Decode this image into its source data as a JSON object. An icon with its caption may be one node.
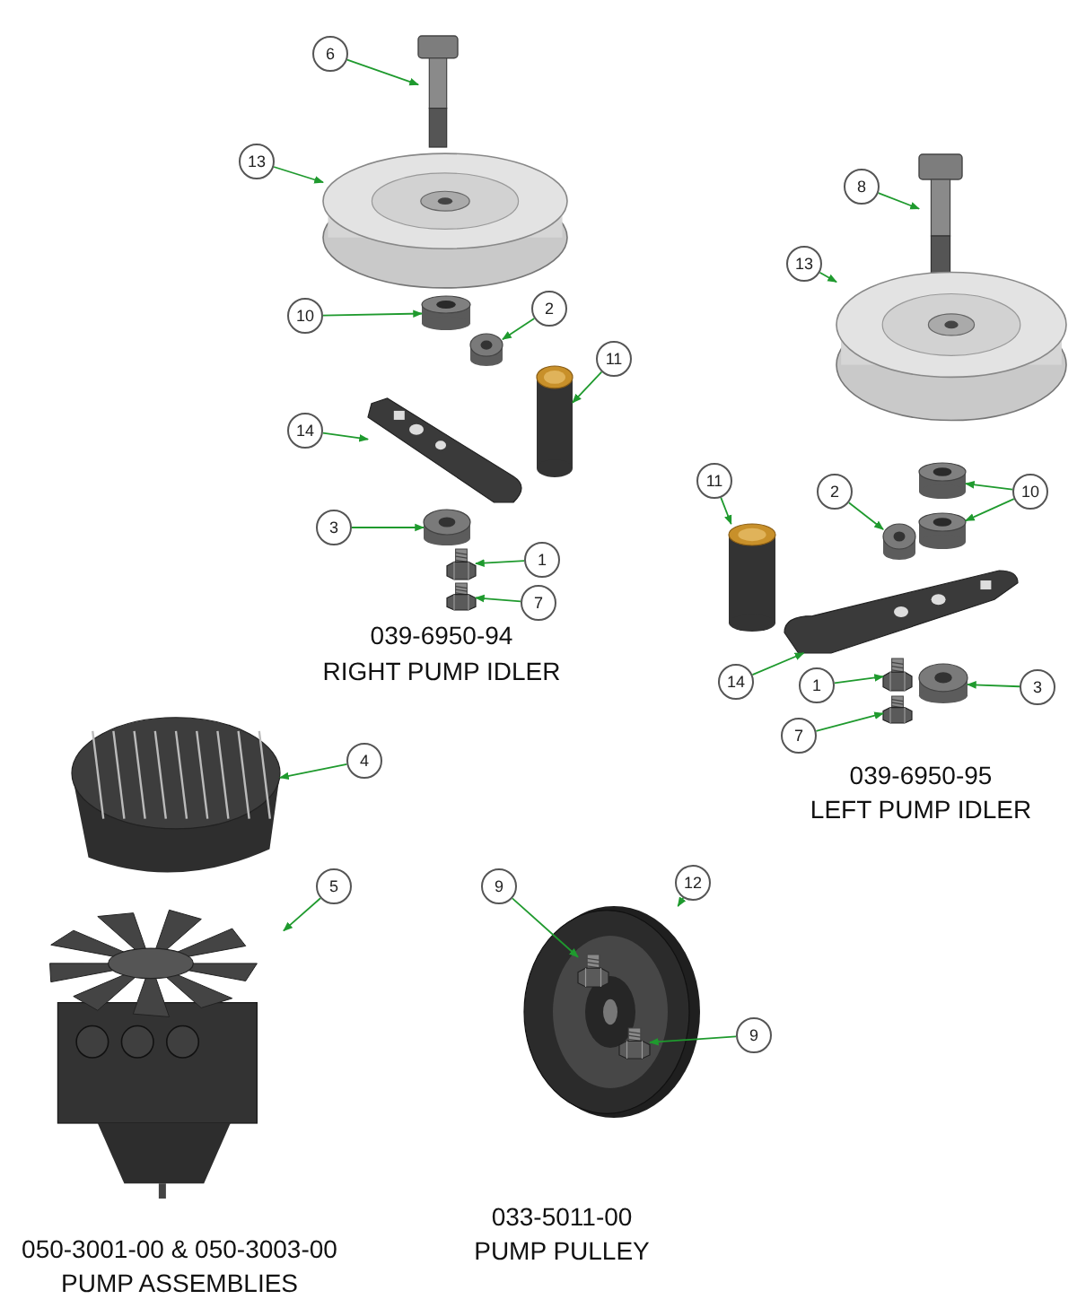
{
  "diagram": {
    "nodes": [
      {
        "text": [
          "6"
        ]
      },
      {
        "text": [],
        "shape": "picture"
      },
      {
        "text": [
          "13"
        ]
      },
      {
        "text": [],
        "shape": "picture"
      },
      {
        "text": [
          "10"
        ]
      },
      {
        "text": [],
        "shape": "cylinder"
      },
      {
        "text": [
          "2"
        ]
      },
      {
        "text": [],
        "shape": "picture"
      },
      {
        "text": [
          "11"
        ]
      },
      {
        "text": [],
        "shape": "cylinder"
      },
      {
        "text": [
          "14"
        ]
      },
      {
        "text": [],
        "shape": "picture"
      },
      {
        "text": [
          "3"
        ]
      },
      {
        "text": [],
        "shape": "picture"
      },
      {
        "text": [
          "1"
        ]
      },
      {
        "text": [],
        "shape": "picture"
      },
      {
        "text": [
          "7"
        ]
      },
      {
        "text": [],
        "shape": "picture"
      },
      {
        "text": [
          "8"
        ]
      },
      {
        "text": [],
        "shape": "picture"
      },
      {
        "text": [
          "13"
        ]
      },
      {
        "text": [],
        "shape": "picture"
      },
      {
        "text": [
          "10"
        ]
      },
      {
        "text": [],
        "shape": "cylinder"
      },
      {
        "text": [],
        "shape": "cylinder"
      },
      {
        "text": [
          "11"
        ]
      },
      {
        "text": [],
        "shape": "cylinder"
      },
      {
        "text": [
          "2"
        ]
      },
      {
        "text": [],
        "shape": "picture"
      },
      {
        "text": [
          "14"
        ]
      },
      {
        "text": [],
        "shape": "picture"
      },
      {
        "text": [
          "1"
        ]
      },
      {
        "text": [],
        "shape": "picture"
      },
      {
        "text": [
          "3"
        ]
      },
      {
        "text": [],
        "shape": "picture"
      },
      {
        "text": [
          "7"
        ]
      },
      {
        "text": [],
        "shape": "picture"
      },
      {
        "text": [
          "4"
        ]
      },
      {
        "text": [],
        "shape": "picture"
      },
      {
        "text": [
          "5"
        ]
      },
      {
        "text": [],
        "shape": "picture"
      },
      {
        "text": [],
        "shape": "picture"
      },
      {
        "text": [
          "9"
        ]
      },
      {
        "text": [],
        "shape": "picture",
        "in": 41
      },
      {
        "text": [
          "12"
        ]
      },
      {
        "text": [
          "9"
        ]
      },
      {
        "text": [],
        "shape": "picture",
        "in": 41
      }
    ],
    "edges": [
      {
        "from": 0,
        "to": 1,
        "arrow": "to"
      },
      {
        "from": 2,
        "to": 3,
        "arrow": "to"
      },
      {
        "from": 4,
        "to": 5,
        "arrow": "to"
      },
      {
        "from": 6,
        "to": 7,
        "arrow": "to"
      },
      {
        "from": 8,
        "to": 9,
        "arrow": "to"
      },
      {
        "from": 10,
        "to": 11,
        "arrow": "to"
      },
      {
        "from": 12,
        "to": 13,
        "arrow": "to"
      },
      {
        "from": 14,
        "to": 15,
        "arrow": "to"
      },
      {
        "from": 16,
        "to": 17,
        "arrow": "to"
      },
      {
        "from": 18,
        "to": 19,
        "arrow": "to"
      },
      {
        "from": 20,
        "to": 21,
        "arrow": "to"
      },
      {
        "from": 22,
        "to": 23,
        "arrow": "to"
      },
      {
        "from": 22,
        "to": 24,
        "arrow": "to"
      },
      {
        "from": 25,
        "to": 26,
        "arrow": "to"
      },
      {
        "from": 27,
        "to": 28,
        "arrow": "to"
      },
      {
        "from": 29,
        "to": 30,
        "arrow": "to"
      },
      {
        "from": 31,
        "to": 32,
        "arrow": "to"
      },
      {
        "from": 33,
        "to": 34,
        "arrow": "to"
      },
      {
        "from": 35,
        "to": 36,
        "arrow": "to"
      },
      {
        "from": 37,
        "to": 38,
        "arrow": "to"
      },
      {
        "from": 39,
        "to": 40,
        "arrow": "to"
      },
      {
        "from": 42,
        "to": 43,
        "arrow": "to"
      },
      {
        "from": 44,
        "to": 41,
        "arrow": "to"
      },
      {
        "from": 45,
        "to": 46,
        "arrow": "to"
      }
    ],
    "labels": [
      "039-6950-94",
      "RIGHT PUMP IDLER",
      "039-6950-95",
      "LEFT PUMP IDLER",
      "050-3001-00 & 050-3003-00",
      "PUMP ASSEMBLIES",
      "033-5011-00",
      "PUMP PULLEY"
    ]
  }
}
